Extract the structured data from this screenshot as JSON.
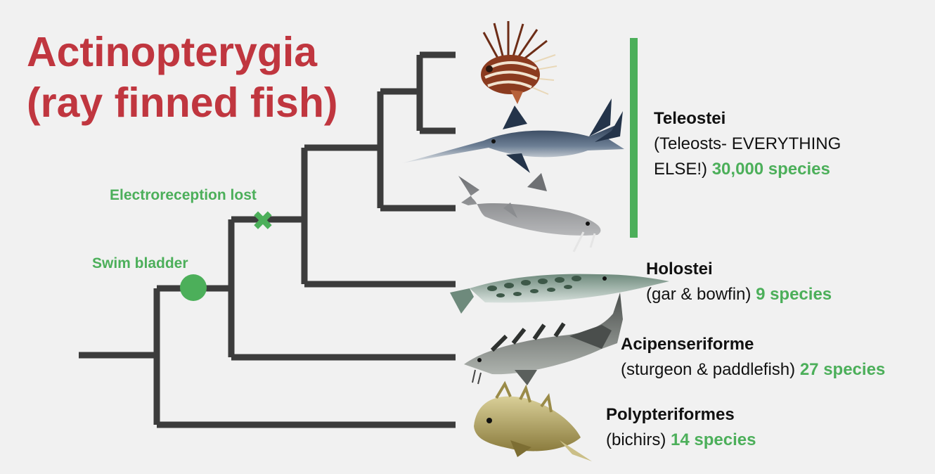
{
  "title": {
    "line1": "Actinopterygia",
    "line2": "(ray finned fish)",
    "color": "#c0363f"
  },
  "colors": {
    "accent": "#4caf5a",
    "tree": "#3c3c3c"
  },
  "markers": {
    "swim_bladder": "Swim bladder",
    "electroreception": "Electroreception lost",
    "electroreception_symbol": "✖"
  },
  "groups": {
    "teleostei": {
      "name": "Teleostei",
      "desc1": "(Teleosts- EVERYTHING",
      "desc2": "ELSE!)",
      "species": "30,000 species"
    },
    "holostei": {
      "name": "Holostei",
      "desc": "(gar & bowfin)",
      "species": "9 species"
    },
    "acipenseriforme": {
      "name": "Acipenseriforme",
      "desc": "(sturgeon & paddlefish)",
      "species": "27 species"
    },
    "polypteriformes": {
      "name": "Polypteriformes",
      "desc": "(bichirs)",
      "species": "14 species"
    }
  },
  "images": [
    "lionfish",
    "swordfish",
    "catfish",
    "gar",
    "sturgeon",
    "bichir"
  ]
}
